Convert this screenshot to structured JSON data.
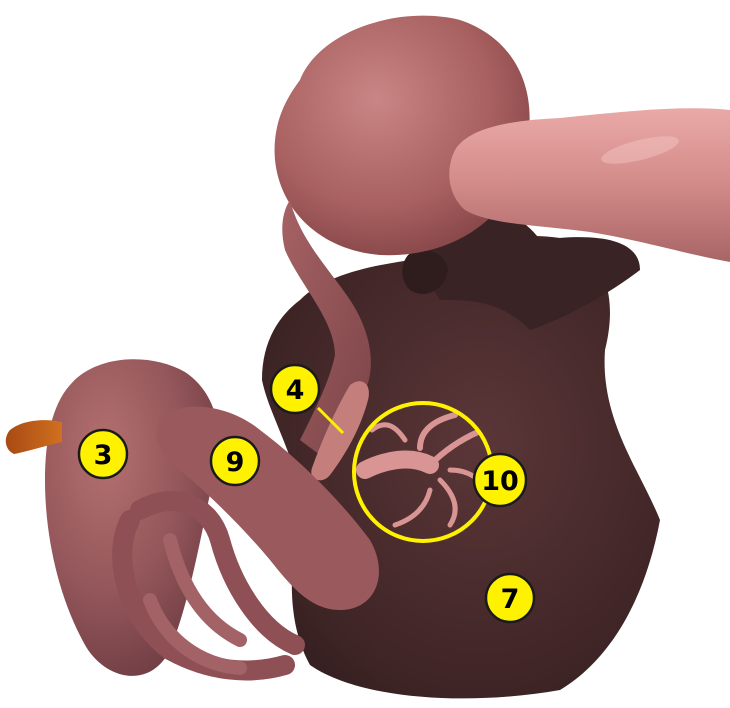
{
  "colors": {
    "background": "#ffffff",
    "marker_fill": "#fff200",
    "marker_stroke": "#1a1a1a",
    "highlight_ring": "#fff200"
  },
  "markers": [
    {
      "label": "3"
    },
    {
      "label": "9"
    },
    {
      "label": "4"
    },
    {
      "label": "10"
    },
    {
      "label": "7"
    }
  ]
}
